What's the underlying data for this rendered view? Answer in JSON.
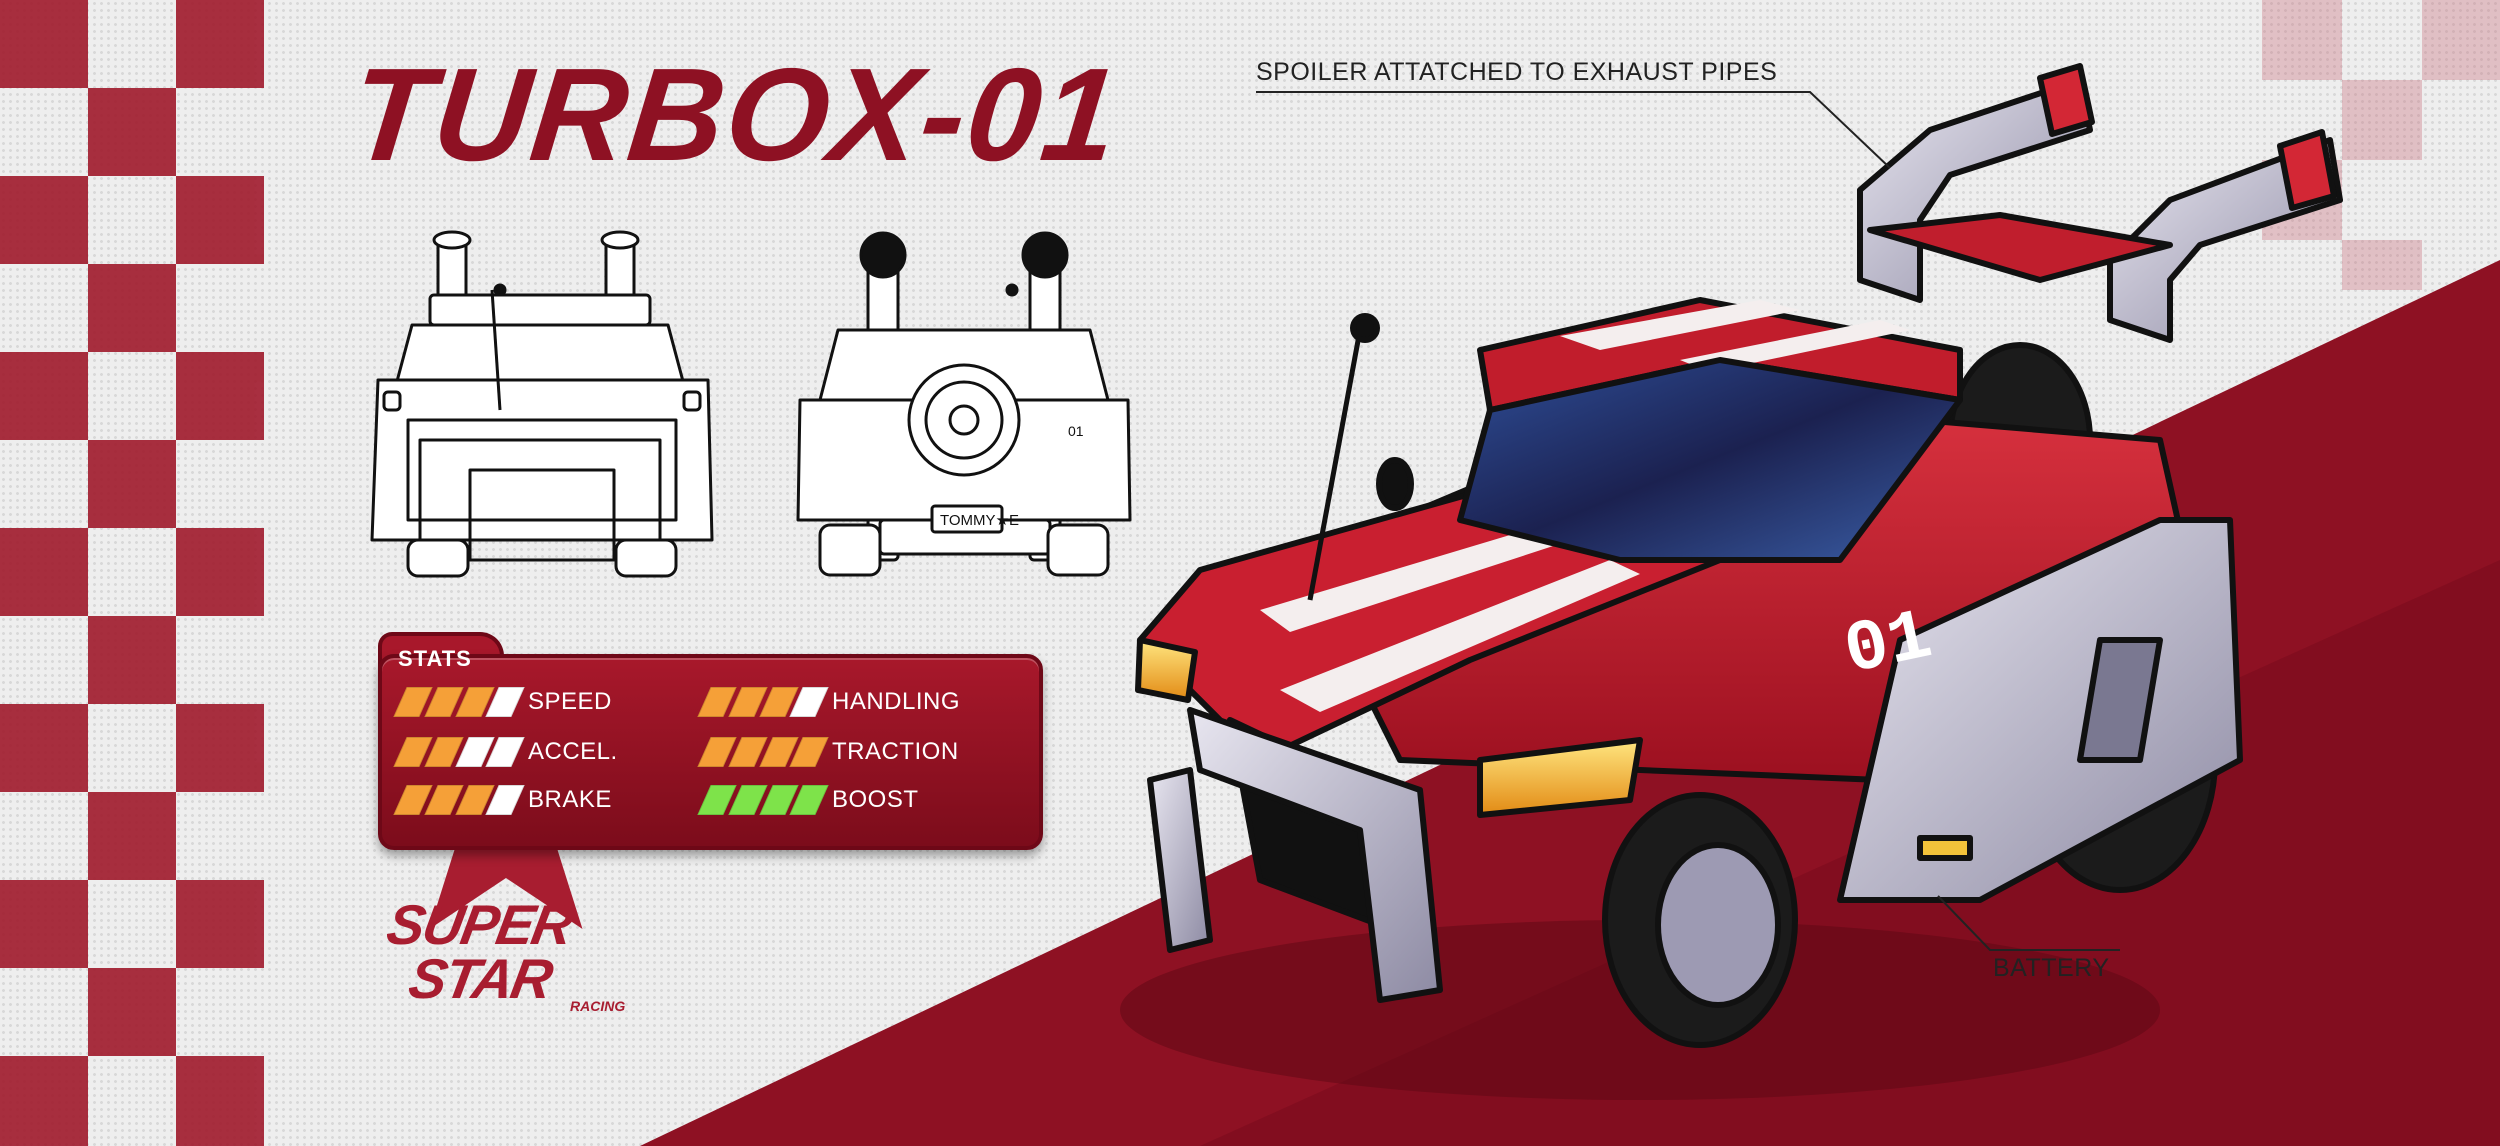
{
  "title": "TURBOX-01",
  "callouts": {
    "spoiler": "SPOILER ATTATCHED TO EXHAUST PIPES",
    "battery": "BATTERY"
  },
  "car": {
    "number": "01",
    "license_plate": "TOMMY★E",
    "rear_badge": "01"
  },
  "stats": {
    "title": "STATS",
    "items": [
      {
        "label": "SPEED",
        "value": 3,
        "max": 4,
        "color": "#f5a038"
      },
      {
        "label": "ACCEL.",
        "value": 2,
        "max": 4,
        "color": "#f5a038"
      },
      {
        "label": "BRAKE",
        "value": 3,
        "max": 4,
        "color": "#f5a038"
      },
      {
        "label": "HANDLING",
        "value": 3,
        "max": 4,
        "color": "#f5a038"
      },
      {
        "label": "TRACTION",
        "value": 4,
        "max": 4,
        "color": "#f5a038"
      },
      {
        "label": "BOOST",
        "value": 4,
        "max": 4,
        "color": "#7ee34a"
      }
    ]
  },
  "logo": {
    "line1": "SUPER",
    "line2": "STAR",
    "line3": "RACING"
  },
  "colors": {
    "brand_red": "#8e1123",
    "stat_orange": "#f5a038",
    "boost_green": "#7ee34a"
  }
}
